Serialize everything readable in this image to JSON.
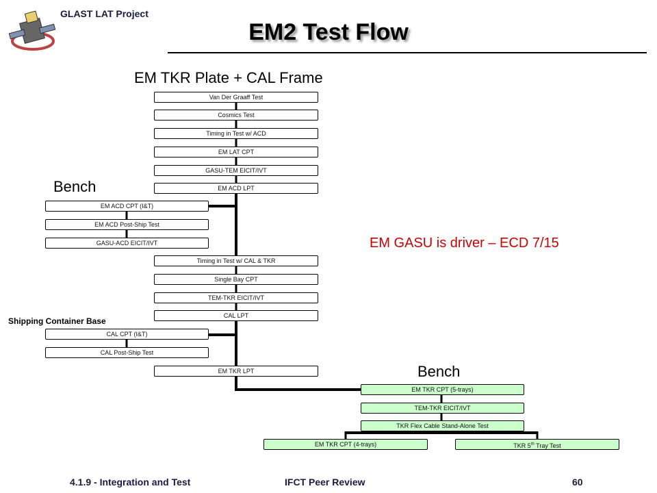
{
  "header": {
    "project": "GLAST LAT Project",
    "title": "EM2 Test Flow"
  },
  "labels": {
    "plate_title": "EM TKR Plate + CAL Frame",
    "bench_1": "Bench",
    "bench_2": "Bench",
    "shipping": "Shipping Container Base",
    "driver_note": "EM GASU is driver – ECD 7/15"
  },
  "boxes": {
    "b1": "Van Der Graaff Test",
    "b2": "Cosmics Test",
    "b3": "Timing in Test w/ ACD",
    "b4": "EM LAT CPT",
    "b5": "GASU-TEM EICIT/IVT",
    "b6": "EM ACD LPT",
    "b7": "EM ACD CPT (I&T)",
    "b8": "EM ACD Post-Ship Test",
    "b9": "GASU-ACD EICIT/IVT",
    "b10": "Timing in Test w/ CAL & TKR",
    "b11": "Single Bay CPT",
    "b12": "TEM-TKR EICIT/IVT",
    "b13": "CAL LPT",
    "b14": "CAL CPT (I&T)",
    "b15": "CAL Post-Ship Test",
    "b16": "EM TKR LPT",
    "b17": "EM TKR CPT (5-trays)",
    "b18": "TEM-TKR EICIT/IVT",
    "b19": "TKR Flex Cable Stand-Alone Test",
    "b20": "EM TKR CPT (4-trays)",
    "b21_pre": "TKR 5",
    "b21_sup": "th",
    "b21_post": " Tray Test"
  },
  "colors": {
    "green_box": "#ccffcc",
    "driver_note": "#cc0000"
  },
  "footer": {
    "section": "4.1.9 - Integration and Test",
    "review": "IFCT Peer Review",
    "page": "60"
  }
}
